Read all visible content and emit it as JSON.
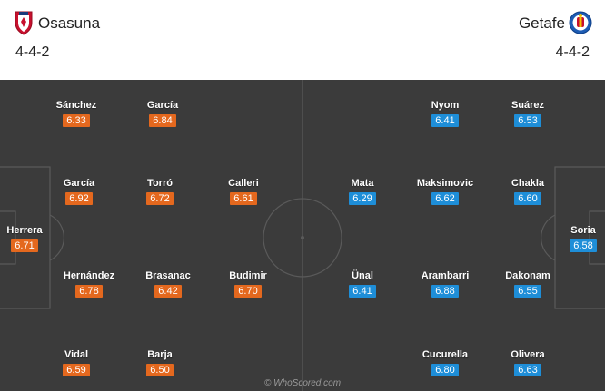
{
  "home": {
    "name": "Osasuna",
    "formation": "4-4-2",
    "color": "#e4681e",
    "logo_icon": "osasuna-crest-icon",
    "players": [
      {
        "name": "Sánchez",
        "rating": "6.33"
      },
      {
        "name": "García",
        "rating": "6.84"
      },
      {
        "name": "García",
        "rating": "6.92"
      },
      {
        "name": "Torró",
        "rating": "6.72"
      },
      {
        "name": "Calleri",
        "rating": "6.61"
      },
      {
        "name": "Herrera",
        "rating": "6.71"
      },
      {
        "name": "Hernández",
        "rating": "6.78"
      },
      {
        "name": "Brasanac",
        "rating": "6.42"
      },
      {
        "name": "Budimir",
        "rating": "6.70"
      },
      {
        "name": "Vidal",
        "rating": "6.59"
      },
      {
        "name": "Barja",
        "rating": "6.50"
      }
    ]
  },
  "away": {
    "name": "Getafe",
    "formation": "4-4-2",
    "color": "#1e8ed8",
    "logo_icon": "getafe-crest-icon",
    "players": [
      {
        "name": "Nyom",
        "rating": "6.41"
      },
      {
        "name": "Suárez",
        "rating": "6.53"
      },
      {
        "name": "Mata",
        "rating": "6.29"
      },
      {
        "name": "Maksimovic",
        "rating": "6.62"
      },
      {
        "name": "Chakla",
        "rating": "6.60"
      },
      {
        "name": "Soria",
        "rating": "6.58"
      },
      {
        "name": "Ünal",
        "rating": "6.41"
      },
      {
        "name": "Arambarri",
        "rating": "6.88"
      },
      {
        "name": "Dakonam",
        "rating": "6.55"
      },
      {
        "name": "Cucurella",
        "rating": "6.80"
      },
      {
        "name": "Olivera",
        "rating": "6.63"
      }
    ]
  },
  "watermark": "© WhoScored.com",
  "pitch_color": "#3b3b3b",
  "line_color": "#5a5a5a"
}
